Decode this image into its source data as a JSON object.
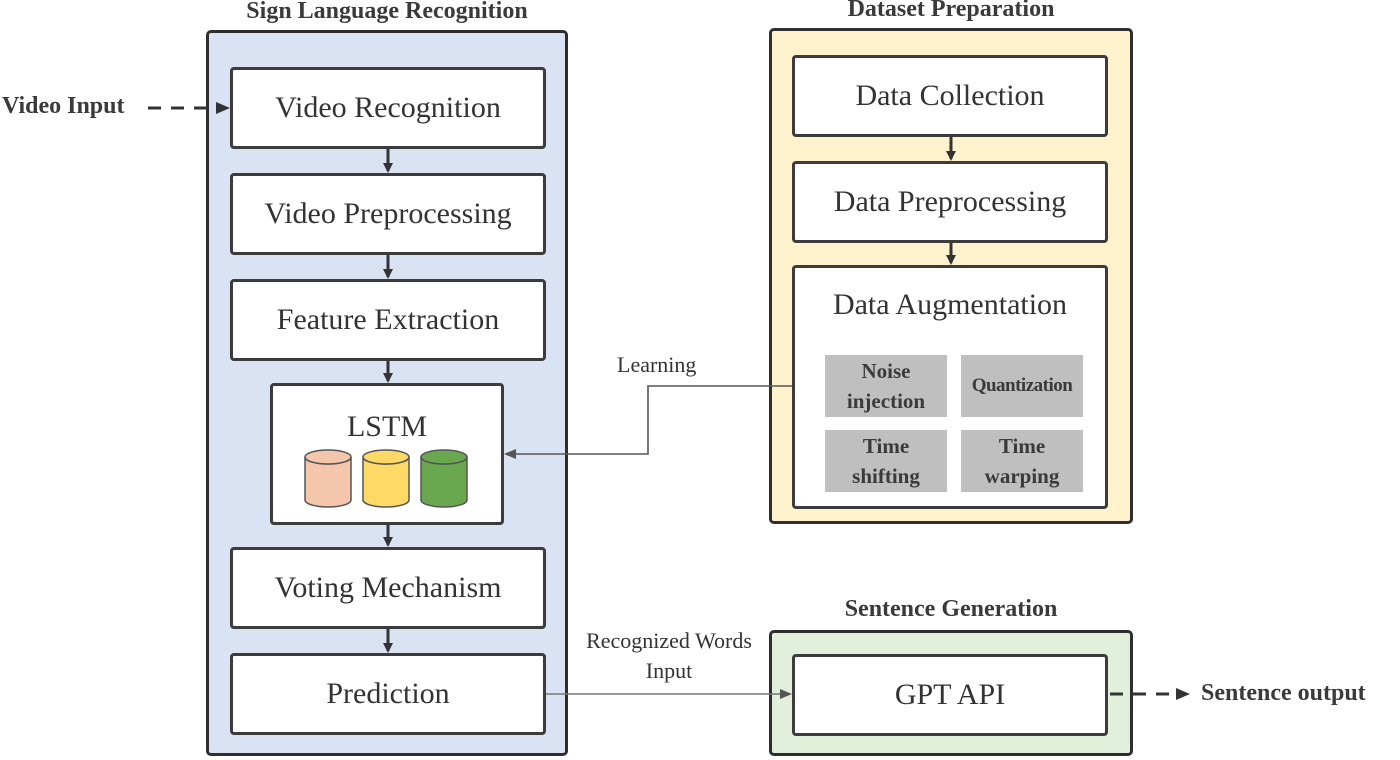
{
  "groups": {
    "recognition": {
      "title": "Sign Language Recognition",
      "steps": [
        "Video Recognition",
        "Video Preprocessing",
        "Feature Extraction"
      ],
      "lstm": {
        "label": "LSTM",
        "cylinder_colors": [
          "#f4c7ad",
          "#ffd966",
          "#6aa84f"
        ]
      },
      "steps_after": [
        "Voting Mechanism",
        "Prediction"
      ],
      "color": "#dae3f3"
    },
    "dataset": {
      "title": "Dataset Preparation",
      "steps": [
        "Data Collection",
        "Data Preprocessing"
      ],
      "augmentation": {
        "label": "Data Augmentation",
        "techniques": [
          "Noise injection",
          "Quantization",
          "Time shifting",
          "Time warping"
        ]
      },
      "color": "#fff2cc"
    },
    "generation": {
      "title": "Sentence Generation",
      "step": "GPT API",
      "color": "#e2efda"
    }
  },
  "io": {
    "input": "Video Input",
    "output": "Sentence output"
  },
  "edges": {
    "learning": "Learning",
    "recognized_line1": "Recognized Words",
    "recognized_line2": "Input"
  }
}
